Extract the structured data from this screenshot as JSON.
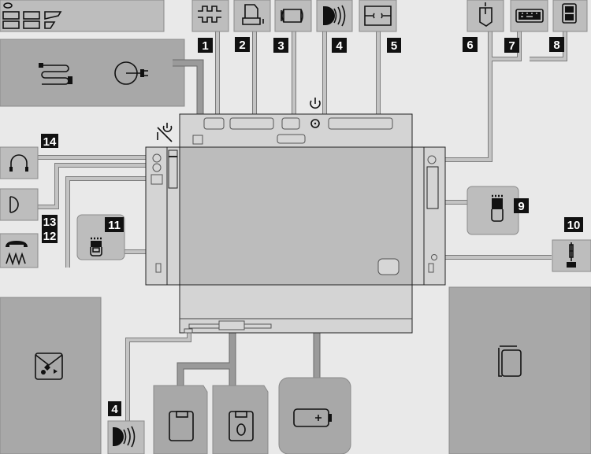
{
  "title": "Laptop connector overview",
  "labels": {
    "serial": "1",
    "parallel": "2",
    "monitor": "3",
    "infrared_top": "4",
    "expansion": "5",
    "mouse": "6",
    "keyboard": "7",
    "keypad": "8",
    "pc_card_right": "9",
    "security": "10",
    "pc_card_left": "11",
    "modem": "12",
    "microphone": "13",
    "headphones": "14",
    "infrared_bottom": "4"
  },
  "icons": [
    "serial-port-icon",
    "printer-icon",
    "monitor-icon",
    "infrared-icon",
    "expansion-port-icon",
    "mouse-icon",
    "keyboard-icon",
    "keypad-icon",
    "pc-card-icon",
    "security-lock-icon",
    "phone-modem-icon",
    "microphone-icon",
    "headphones-icon",
    "power-cord-icon",
    "power-plug-icon",
    "power-button-icon",
    "floppy-icon",
    "cd-icon",
    "battery-icon",
    "envelope-icon",
    "book-icon"
  ],
  "colors": {
    "background": "#e9e9e9",
    "panel": "#bdbdbd",
    "dark_panel": "#a8a8a8",
    "screen": "#bcbcbc",
    "label": "#111111"
  }
}
